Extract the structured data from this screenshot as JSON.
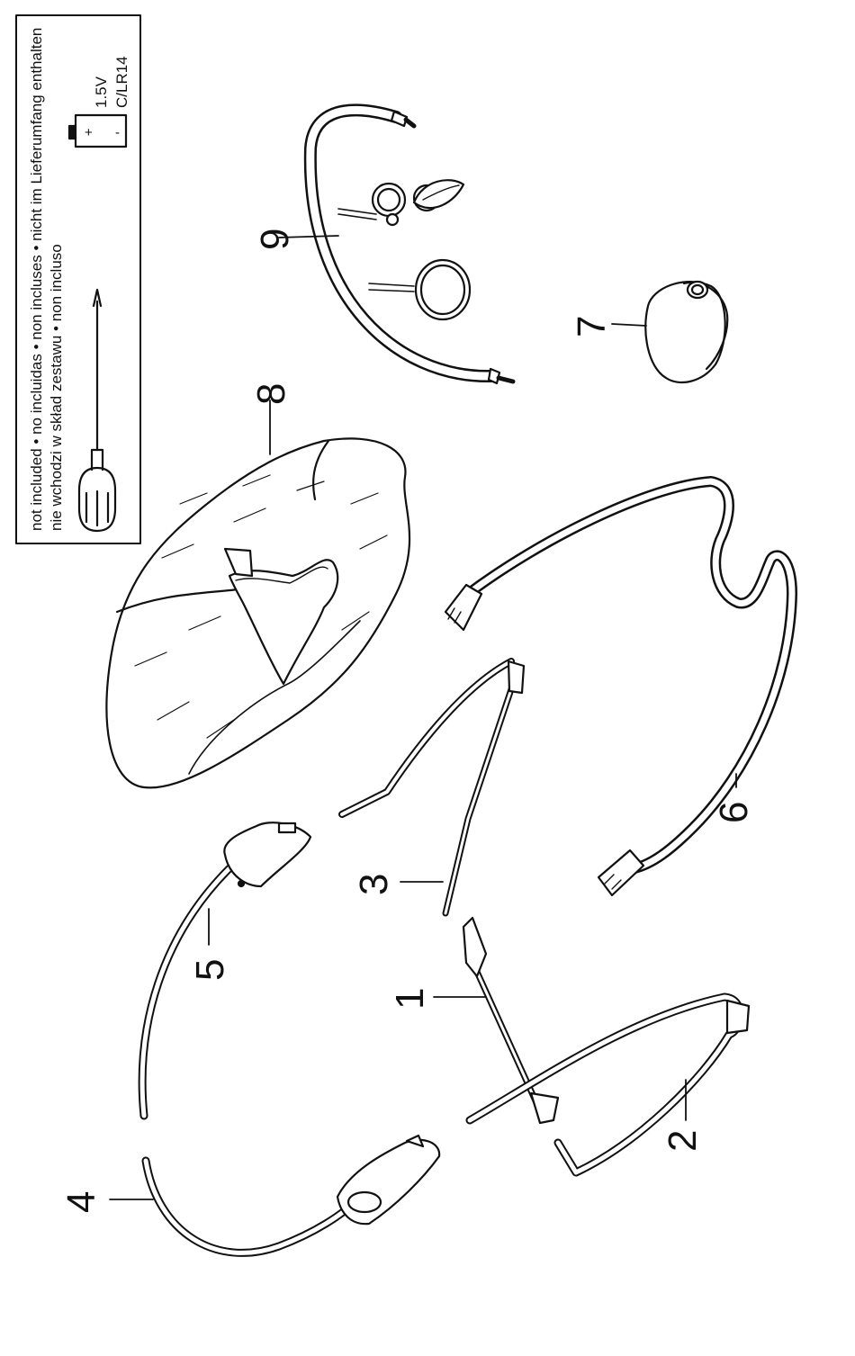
{
  "notice": {
    "line1": "not included • no incluidas • non incluses • nicht im Lieferumfang enthalten",
    "line2": "nie wchodzi w skład zestawu • non incluso",
    "battery_voltage": "1.5V",
    "battery_type": "C/LR14",
    "battery_plus": "+",
    "battery_minus": "-",
    "icons": [
      "screwdriver-icon",
      "battery-icon"
    ]
  },
  "parts": [
    {
      "number": "1"
    },
    {
      "number": "2"
    },
    {
      "number": "3"
    },
    {
      "number": "4"
    },
    {
      "number": "5"
    },
    {
      "number": "6"
    },
    {
      "number": "7"
    },
    {
      "number": "8"
    },
    {
      "number": "9"
    }
  ],
  "colors": {
    "line": "#111111",
    "fill": "#f6f6f6",
    "background": "#ffffff"
  }
}
